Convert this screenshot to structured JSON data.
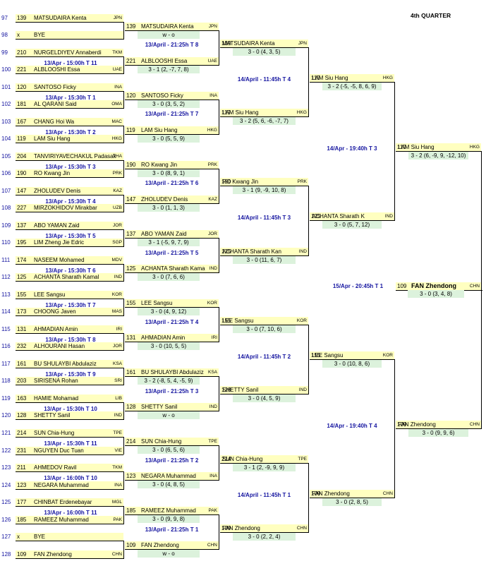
{
  "title": "4th QUARTER",
  "r1": [
    {
      "no": "97",
      "seed": "139",
      "name": "MATSUDAIRA Kenta",
      "ctry": "JPN"
    },
    {
      "no": "98",
      "seed": "x",
      "name": "BYE",
      "ctry": ""
    },
    {
      "no": "99",
      "seed": "210",
      "name": "NURGELDIYEV Annaberdi",
      "ctry": "TKM"
    },
    {
      "no": "100",
      "seed": "221",
      "name": "ALBLOOSHI Essa",
      "ctry": "UAE"
    },
    {
      "no": "101",
      "seed": "120",
      "name": "SANTOSO Ficky",
      "ctry": "INA"
    },
    {
      "no": "102",
      "seed": "181",
      "name": "AL QARANI Said",
      "ctry": "OMA"
    },
    {
      "no": "103",
      "seed": "167",
      "name": "CHANG Hoi Wa",
      "ctry": "MAC"
    },
    {
      "no": "104",
      "seed": "119",
      "name": "LAM Siu Hang",
      "ctry": "HKG"
    },
    {
      "no": "105",
      "seed": "204",
      "name": "TANVIRIYAVECHAKUL Padasak",
      "ctry": "THA"
    },
    {
      "no": "106",
      "seed": "190",
      "name": "RO Kwang Jin",
      "ctry": "PRK"
    },
    {
      "no": "107",
      "seed": "147",
      "name": "ZHOLUDEV Denis",
      "ctry": "KAZ"
    },
    {
      "no": "108",
      "seed": "227",
      "name": "MIRZOKHIDOV Mirakbar",
      "ctry": "UZB"
    },
    {
      "no": "109",
      "seed": "137",
      "name": "ABO YAMAN Zaid",
      "ctry": "JOR"
    },
    {
      "no": "110",
      "seed": "195",
      "name": "LIM Zheng Jie Edric",
      "ctry": "SGP"
    },
    {
      "no": "111",
      "seed": "174",
      "name": "NASEEM Mohamed",
      "ctry": "MDV"
    },
    {
      "no": "112",
      "seed": "125",
      "name": "ACHANTA Sharath Kamal",
      "ctry": "IND"
    },
    {
      "no": "113",
      "seed": "155",
      "name": "LEE Sangsu",
      "ctry": "KOR"
    },
    {
      "no": "114",
      "seed": "173",
      "name": "CHOONG Javen",
      "ctry": "MAS"
    },
    {
      "no": "115",
      "seed": "131",
      "name": "AHMADIAN Amin",
      "ctry": "IRI"
    },
    {
      "no": "116",
      "seed": "232",
      "name": "ALHOURANI Hasan",
      "ctry": "JOR"
    },
    {
      "no": "117",
      "seed": "161",
      "name": "BU SHULAYBI Abdulaziz",
      "ctry": "KSA"
    },
    {
      "no": "118",
      "seed": "203",
      "name": "SIRISENA Rohan",
      "ctry": "SRI"
    },
    {
      "no": "119",
      "seed": "163",
      "name": "HAMIE Mohamad",
      "ctry": "LIB"
    },
    {
      "no": "120",
      "seed": "128",
      "name": "SHETTY Sanil",
      "ctry": "IND"
    },
    {
      "no": "121",
      "seed": "214",
      "name": "SUN Chia-Hung",
      "ctry": "TPE"
    },
    {
      "no": "122",
      "seed": "231",
      "name": "NGUYEN Duc Tuan",
      "ctry": "VIE"
    },
    {
      "no": "123",
      "seed": "211",
      "name": "AHMEDOV Ravil",
      "ctry": "TKM"
    },
    {
      "no": "124",
      "seed": "123",
      "name": "NEGARA Muhammad",
      "ctry": "INA"
    },
    {
      "no": "125",
      "seed": "177",
      "name": "CHINBAT Erdenebayar",
      "ctry": "MGL"
    },
    {
      "no": "126",
      "seed": "185",
      "name": "RAMEEZ Muhammad",
      "ctry": "PAK"
    },
    {
      "no": "127",
      "seed": "x",
      "name": "BYE",
      "ctry": ""
    },
    {
      "no": "128",
      "seed": "109",
      "name": "FAN Zhendong",
      "ctry": "CHN"
    }
  ],
  "r1_matches": [
    {
      "sched": "",
      "score": "w - o"
    },
    {
      "sched": "13/Apr - 15:00h T 11",
      "score": "3 - 1 (2, -7, 7, 8)"
    },
    {
      "sched": "13/Apr - 15:30h T 1",
      "score": "3 - 0 (3, 5, 2)"
    },
    {
      "sched": "13/Apr - 15:30h T 2",
      "score": "3 - 0 (5, 5, 9)"
    },
    {
      "sched": "13/Apr - 15:30h T 3",
      "score": "3 - 0 (8, 9, 1)"
    },
    {
      "sched": "13/Apr - 15:30h T 4",
      "score": "3 - 0 (1, 1, 3)"
    },
    {
      "sched": "13/Apr - 15:30h T 5",
      "score": "3 - 1 (-5, 9, 7, 9)"
    },
    {
      "sched": "13/Apr - 15:30h T 6",
      "score": "3 - 0 (7, 6, 6)"
    },
    {
      "sched": "13/Apr - 15:30h T 7",
      "score": "3 - 0 (4, 9, 12)"
    },
    {
      "sched": "13/Apr - 15:30h T 8",
      "score": "3 - 0 (10, 5, 5)"
    },
    {
      "sched": "13/Apr - 15:30h T 9",
      "score": "3 - 2 (-8, 5, 4, -5, 9)"
    },
    {
      "sched": "13/Apr - 15:30h T 10",
      "score": "w - o"
    },
    {
      "sched": "13/Apr - 15:30h T 11",
      "score": "3 - 0 (6, 5, 6)"
    },
    {
      "sched": "13/Apr - 16:00h T 10",
      "score": "3 - 0 (4, 8, 5)"
    },
    {
      "sched": "13/Apr - 16:00h T 11",
      "score": "3 - 0 (9, 9, 8)"
    },
    {
      "sched": "",
      "score": "w - o"
    }
  ],
  "r2": [
    {
      "seed": "139",
      "name": "MATSUDAIRA Kenta",
      "ctry": "JPN"
    },
    {
      "seed": "221",
      "name": "ALBLOOSHI Essa",
      "ctry": "UAE"
    },
    {
      "seed": "120",
      "name": "SANTOSO Ficky",
      "ctry": "INA"
    },
    {
      "seed": "119",
      "name": "LAM Siu Hang",
      "ctry": "HKG"
    },
    {
      "seed": "190",
      "name": "RO Kwang Jin",
      "ctry": "PRK"
    },
    {
      "seed": "147",
      "name": "ZHOLUDEV Denis",
      "ctry": "KAZ"
    },
    {
      "seed": "137",
      "name": "ABO YAMAN Zaid",
      "ctry": "JOR"
    },
    {
      "seed": "125",
      "name": "ACHANTA Sharath Kama",
      "ctry": "IND"
    },
    {
      "seed": "155",
      "name": "LEE Sangsu",
      "ctry": "KOR"
    },
    {
      "seed": "131",
      "name": "AHMADIAN Amin",
      "ctry": "IRI"
    },
    {
      "seed": "161",
      "name": "BU SHULAYBI Abdulaziz",
      "ctry": "KSA"
    },
    {
      "seed": "128",
      "name": "SHETTY Sanil",
      "ctry": "IND"
    },
    {
      "seed": "214",
      "name": "SUN Chia-Hung",
      "ctry": "TPE"
    },
    {
      "seed": "123",
      "name": "NEGARA Muhammad",
      "ctry": "INA"
    },
    {
      "seed": "185",
      "name": "RAMEEZ Muhammad",
      "ctry": "PAK"
    },
    {
      "seed": "109",
      "name": "FAN Zhendong",
      "ctry": "CHN"
    }
  ],
  "r2_matches": [
    {
      "sched": "13/April - 21:25h T 8",
      "score": "3 - 0 (4, 3, 5)"
    },
    {
      "sched": "13/April - 21:25h T 7",
      "score": "3 - 2 (5, 6, -6, -7, 7)"
    },
    {
      "sched": "13/April - 21:25h T 6",
      "score": "3 - 1 (9, -9, 10, 8)"
    },
    {
      "sched": "13/April - 21:25h T 5",
      "score": "3 - 0 (11, 6, 7)"
    },
    {
      "sched": "13/April - 21:25h T 4",
      "score": "3 - 0 (7, 10, 6)"
    },
    {
      "sched": "13/April - 21:25h T 3",
      "score": "3 - 0 (4, 5, 9)"
    },
    {
      "sched": "13/April - 21:25h T 2",
      "score": "3 - 1 (2, -9, 9, 9)"
    },
    {
      "sched": "13/April - 21:25h T 1",
      "score": "3 - 0 (2, 2, 4)"
    }
  ],
  "r3": [
    {
      "seed": "139",
      "name": "MATSUDAIRA Kenta",
      "ctry": "JPN"
    },
    {
      "seed": "119",
      "name": "LAM Siu Hang",
      "ctry": "HKG"
    },
    {
      "seed": "190",
      "name": "RO Kwang Jin",
      "ctry": "PRK"
    },
    {
      "seed": "125",
      "name": "ACHANTA Sharath Kan",
      "ctry": "IND"
    },
    {
      "seed": "155",
      "name": "LEE Sangsu",
      "ctry": "KOR"
    },
    {
      "seed": "128",
      "name": "SHETTY Sanil",
      "ctry": "IND"
    },
    {
      "seed": "214",
      "name": "SUN Chia-Hung",
      "ctry": "TPE"
    },
    {
      "seed": "109",
      "name": "FAN Zhendong",
      "ctry": "CHN"
    }
  ],
  "r3_matches": [
    {
      "sched": "14/April - 11:45h T 4",
      "score": "3 - 2 (-5, -5, 8, 6, 9)"
    },
    {
      "sched": "14/April - 11:45h T 3",
      "score": "3 - 0 (5, 7, 12)"
    },
    {
      "sched": "14/April - 11:45h T 2",
      "score": "3 - 0 (10, 8, 6)"
    },
    {
      "sched": "14/April - 11:45h T 1",
      "score": "3 - 0 (2, 8, 5)"
    }
  ],
  "r4": [
    {
      "seed": "119",
      "name": "LAM Siu Hang",
      "ctry": "HKG"
    },
    {
      "seed": "125",
      "name": "ACHANTA Sharath K",
      "ctry": "IND"
    },
    {
      "seed": "155",
      "name": "LEE Sangsu",
      "ctry": "KOR"
    },
    {
      "seed": "109",
      "name": "FAN Zhendong",
      "ctry": "CHN"
    }
  ],
  "r4_matches": [
    {
      "sched": "14/Apr - 19:40h T 3",
      "score": "3 - 2 (6, -9, 9, -12, 10)"
    },
    {
      "sched": "14/Apr - 19:40h T 4",
      "score": "3 - 0 (9, 9, 6)"
    }
  ],
  "r5": [
    {
      "seed": "119",
      "name": "LAM Siu Hang",
      "ctry": "HKG"
    },
    {
      "seed": "109",
      "name": "FAN Zhendong",
      "ctry": "CHN"
    }
  ],
  "r5_matches": [
    {
      "sched": "15/Apr - 20:45h T 1",
      "score": "3 - 0 (3, 4, 8)"
    }
  ],
  "winner": {
    "seed": "109",
    "name": "FAN Zhendong",
    "ctry": "CHN"
  },
  "colors": {
    "slot": "#ffffc0",
    "score": "#dcf2dc",
    "schedule": "#1515a0",
    "line": "#000000"
  }
}
